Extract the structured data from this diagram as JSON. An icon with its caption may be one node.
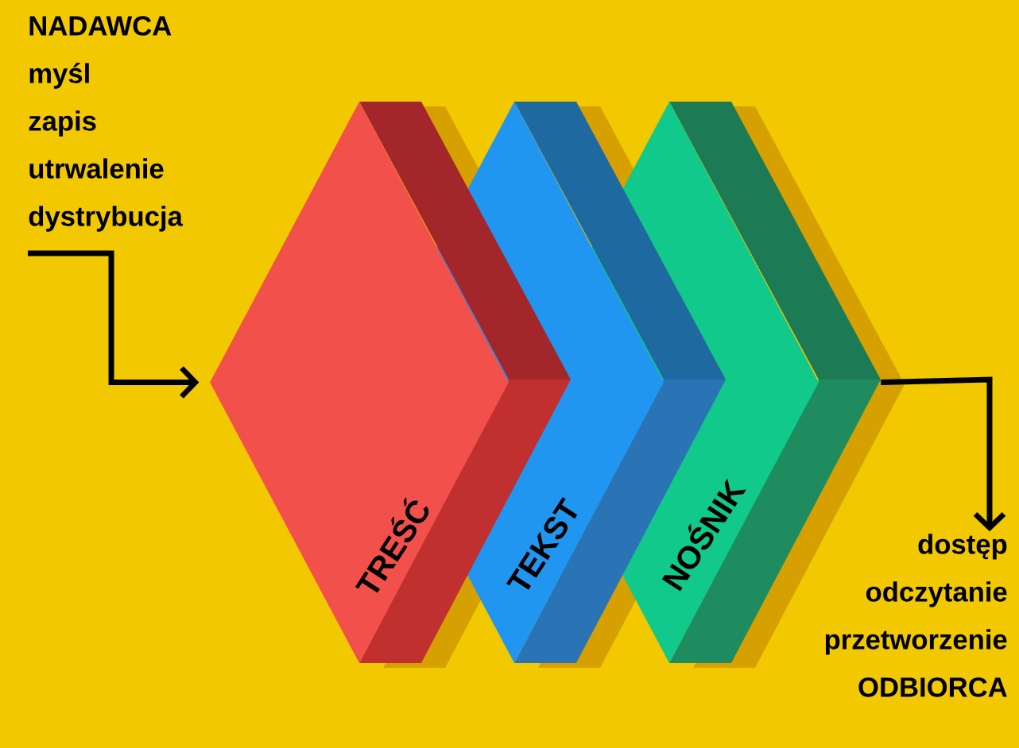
{
  "diagram": {
    "nodes": [
      {
        "text": [
          "NADAWCA",
          "myśl",
          "zapis",
          "utrwalenie",
          "dystrybucja"
        ]
      },
      {
        "text": [
          "TREŚĆ"
        ]
      },
      {
        "text": [
          "TEKST"
        ]
      },
      {
        "text": [
          "NOŚNIK"
        ]
      },
      {
        "text": [
          "dostęp",
          "odczytanie",
          "przetworzenie",
          "ODBIORCA"
        ]
      }
    ],
    "edges": [
      {
        "from": 0,
        "to": 1,
        "arrow": "to"
      },
      {
        "from": 3,
        "to": 4,
        "arrow": "to"
      }
    ]
  }
}
